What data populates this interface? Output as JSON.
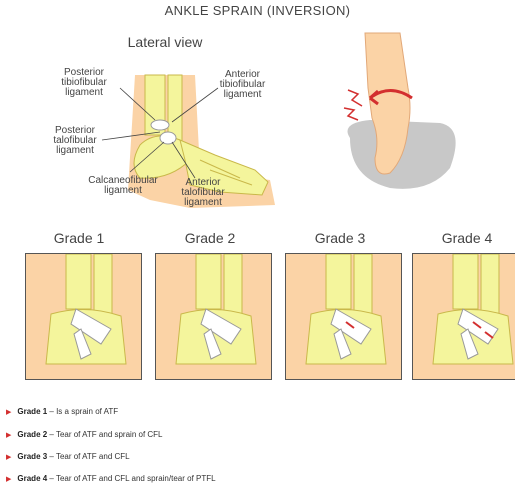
{
  "title": "ANKLE SPRAIN (INVERSION)",
  "lateral_view": "Lateral view",
  "labels": {
    "ptib": [
      "Posterior",
      "tibiofibular",
      "ligament"
    ],
    "atib": [
      "Anterior",
      "tibiofibular",
      "ligament"
    ],
    "ptal": [
      "Posterior",
      "talofibular",
      "ligament"
    ],
    "calc": [
      "Calcaneofibular",
      "ligament"
    ],
    "atal": [
      "Anterior",
      "talofibular",
      "ligament"
    ]
  },
  "grades": [
    "Grade 1",
    "Grade 2",
    "Grade 3",
    "Grade 4"
  ],
  "legend": [
    {
      "grade": "Grade 1",
      "text": " – Is a sprain of ATF"
    },
    {
      "grade": "Grade 2",
      "text": " – Tear of ATF and sprain of CFL"
    },
    {
      "grade": "Grade 3",
      "text": " – Tear of ATF and CFL"
    },
    {
      "grade": "Grade 4",
      "text": " – Tear of ATF and CFL and sprain/tear of PTFL"
    }
  ],
  "colors": {
    "skin": "#fbd3a6",
    "bone": "#f4f59c",
    "bone_outline": "#c9b84a",
    "tear": "#d32f2f",
    "shadow": "#c8c8c8",
    "arrow_red": "#d32f2f"
  },
  "icons": {
    "legend_bullet": "arrow-right-icon"
  }
}
